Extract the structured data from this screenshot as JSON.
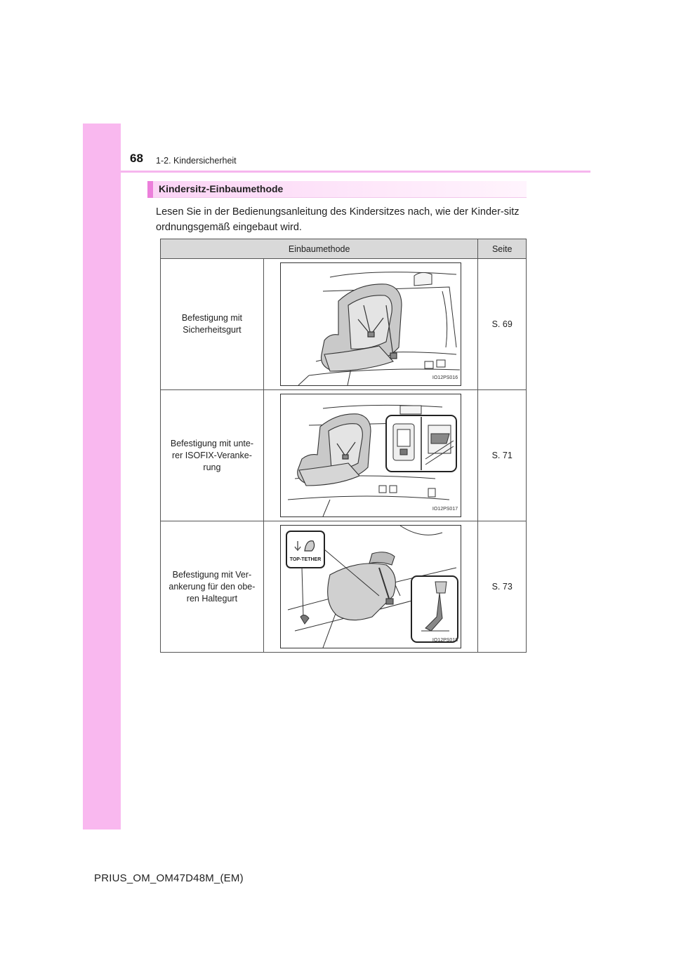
{
  "page": {
    "number": "68",
    "section": "1-2. Kindersicherheit",
    "footer": "PRIUS_OM_OM47D48M_(EM)"
  },
  "heading": "Kindersitz-Einbaumethode",
  "intro": "Lesen Sie in der Bedienungsanleitung des Kindersitzes nach, wie der Kinder-sitz ordnungsgemäß eingebaut wird.",
  "table": {
    "header_method": "Einbaumethode",
    "header_page": "Seite",
    "rows": [
      {
        "method": "Befestigung mit Sicherheitsgurt",
        "illustration_code": "IO12PS016",
        "illustration_icon": "child-seat-seatbelt-illustration",
        "page": "S. 69"
      },
      {
        "method": "Befestigung mit unte-rer ISOFIX-Veranke-rung",
        "illustration_code": "IO12PS017",
        "illustration_icon": "child-seat-isofix-illustration",
        "page": "S. 71"
      },
      {
        "method": "Befestigung mit Ver-ankerung für den obe-ren Haltegurt",
        "illustration_code": "IO12PS018",
        "illustration_icon": "child-seat-top-tether-illustration",
        "page": "S. 73",
        "illustration_label": "TOP-TETHER"
      }
    ]
  },
  "colors": {
    "side_strip": "#f9b8ef",
    "heading_mark": "#ec7fdb",
    "table_header": "#d9d9d9"
  }
}
